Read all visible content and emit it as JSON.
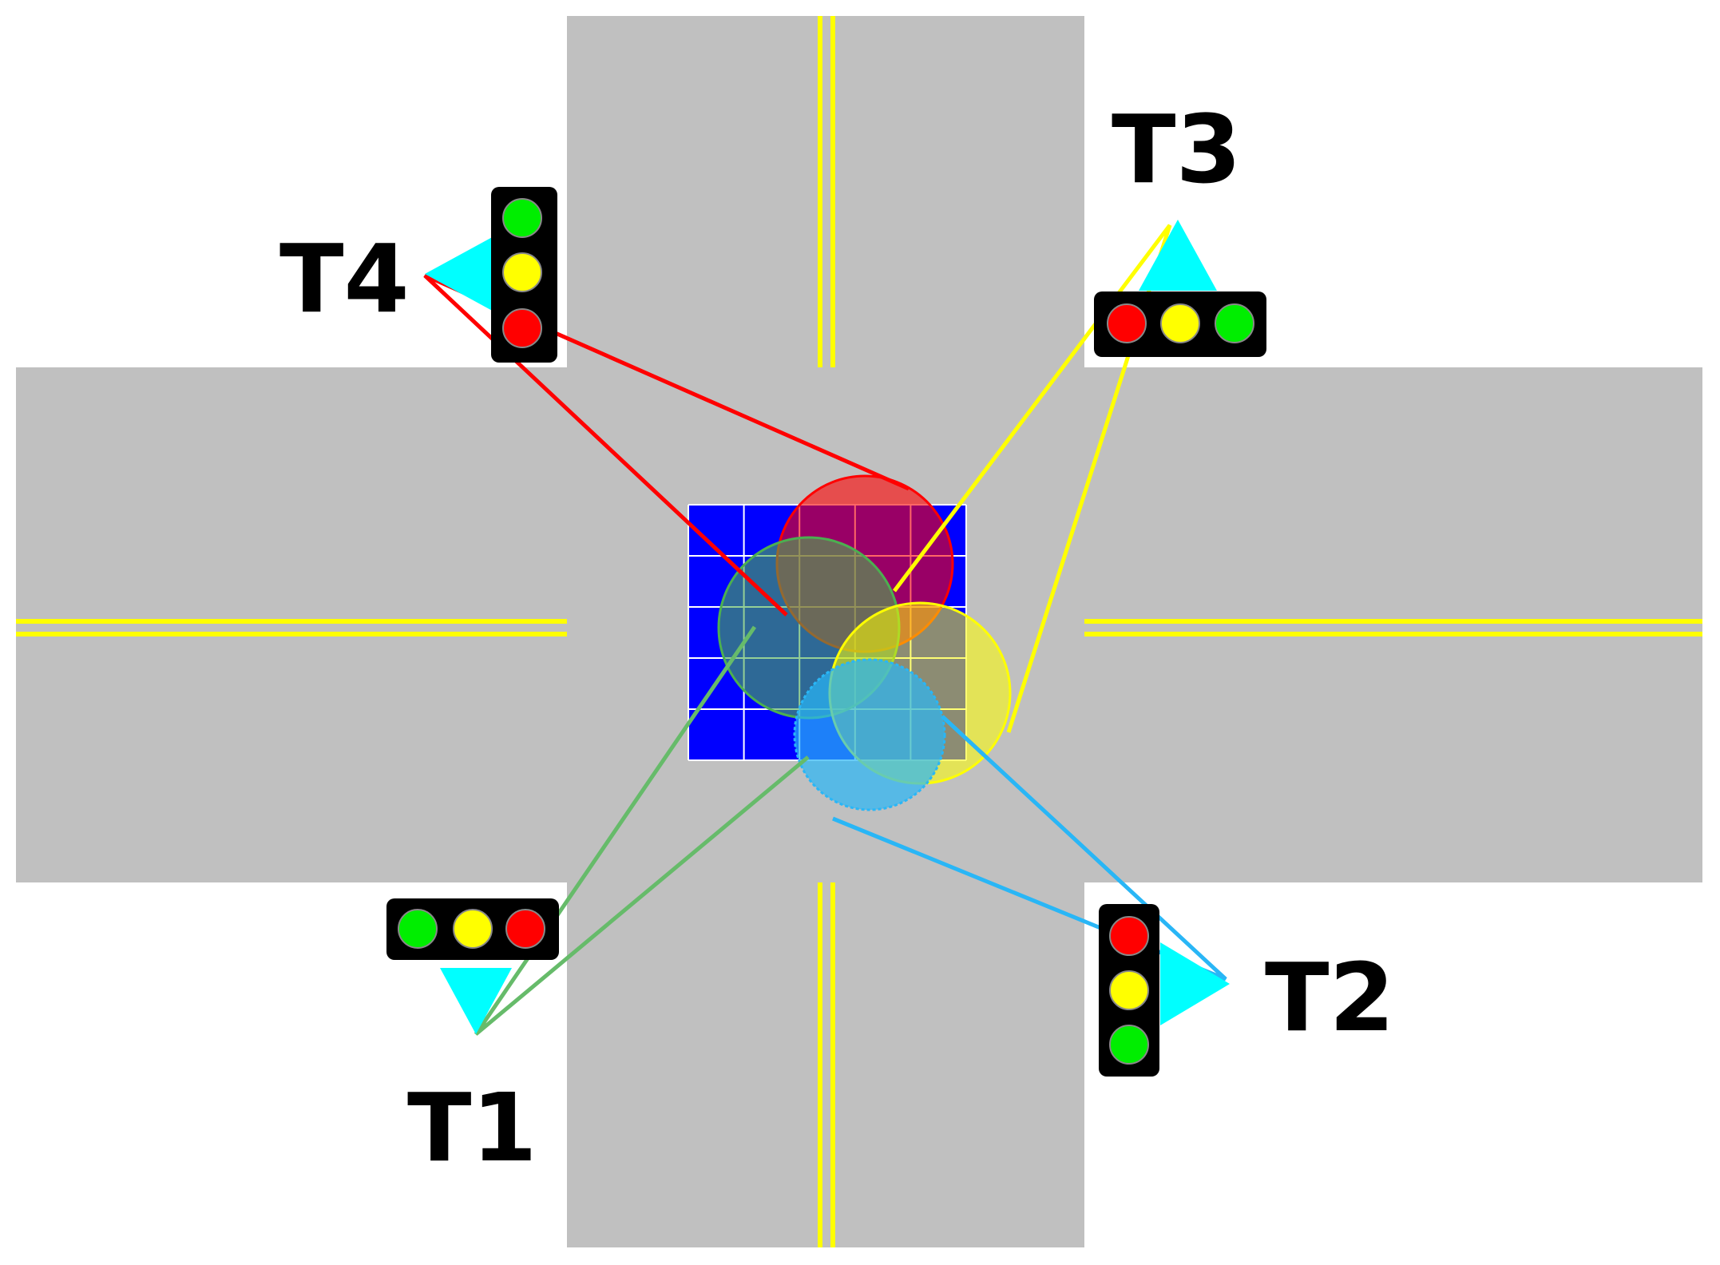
{
  "labels": {
    "t1": "T1",
    "t2": "T2",
    "t3": "T3",
    "t4": "T4"
  },
  "colors": {
    "road": "#c0c0c0",
    "lane_marking": "#ffff00",
    "grid_fill": "#0000ff",
    "grid_line": "#ffffff",
    "camera_marker": "#00ffff",
    "light_housing": "#000000",
    "light_red": "#ff0000",
    "light_yellow": "#ffff00",
    "light_green": "#00ee00",
    "t1_coverage": "#4caf50",
    "t2_coverage": "#29b6f6",
    "t3_coverage": "#ffff00",
    "t4_coverage": "#ff0000"
  },
  "traffic_lights": [
    {
      "id": "t1",
      "orientation": "horizontal",
      "lamps": [
        "green",
        "yellow",
        "red"
      ]
    },
    {
      "id": "t2",
      "orientation": "vertical",
      "lamps": [
        "red",
        "yellow",
        "green"
      ]
    },
    {
      "id": "t3",
      "orientation": "horizontal",
      "lamps": [
        "red",
        "yellow",
        "green"
      ]
    },
    {
      "id": "t4",
      "orientation": "vertical",
      "lamps": [
        "green",
        "yellow",
        "red"
      ]
    }
  ],
  "grid": {
    "rows": 5,
    "cols": 5
  }
}
